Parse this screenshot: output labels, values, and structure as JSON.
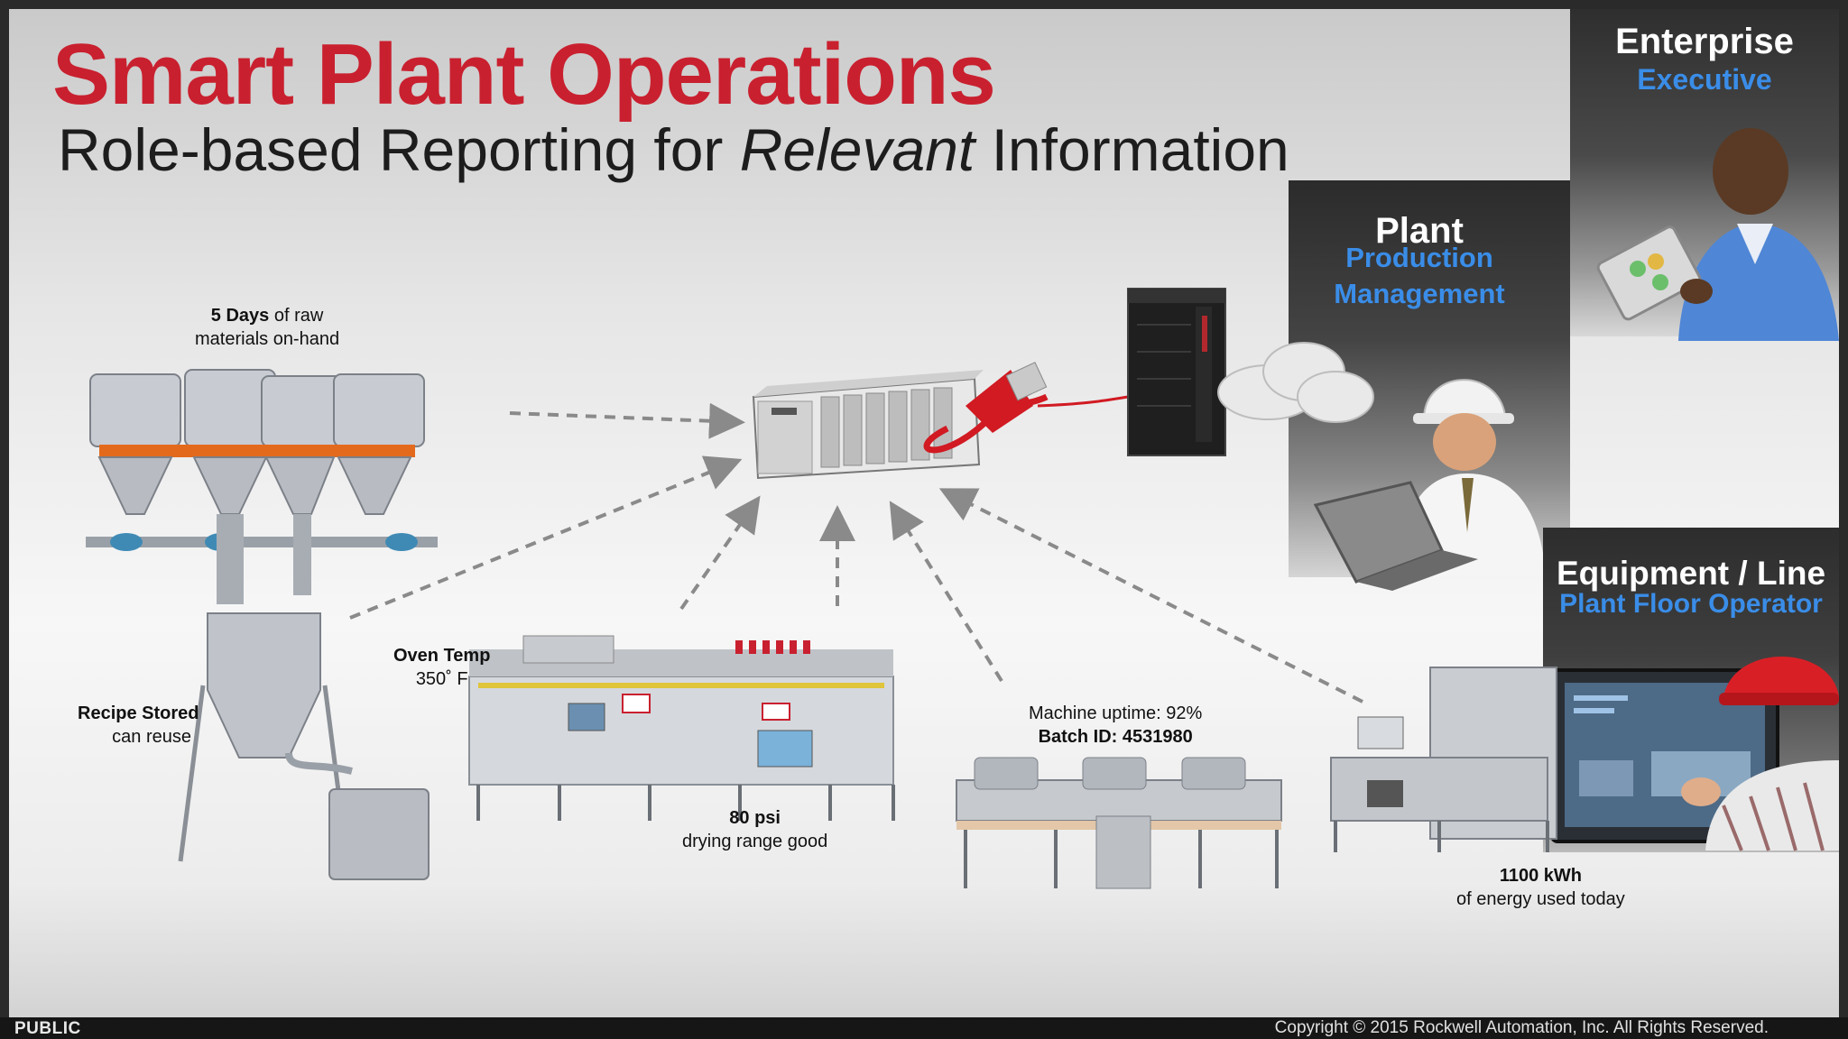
{
  "title": "Smart Plant Operations",
  "subtitle": {
    "before": "Role-based Reporting for ",
    "emphasis": "Relevant",
    "after": " Information"
  },
  "roles": {
    "enterprise": {
      "title": "Enterprise",
      "role": "Executive"
    },
    "plant": {
      "title": "Plant",
      "role_line1": "Production",
      "role_line2": "Management"
    },
    "equipment": {
      "title": "Equipment / Line",
      "role": "Plant Floor Operator"
    }
  },
  "labels": {
    "raw_materials": {
      "bold": "5 Days",
      "rest": " of raw",
      "line2": "materials on-hand"
    },
    "recipe": {
      "bold": "Recipe Stored",
      "line2": "can reuse"
    },
    "oven": {
      "bold": "Oven Temp",
      "line2": "350˚ F"
    },
    "pressure": {
      "bold": "80 psi",
      "line2": "drying range good"
    },
    "machine": {
      "line1": "Machine uptime: 92%",
      "bold": "Batch ID: 4531980"
    },
    "energy": {
      "bold": "1100 kWh",
      "line2": "of energy used today"
    }
  },
  "footer": {
    "classification": "PUBLIC",
    "copyright": "Copyright  © 2015 Rockwell Automation, Inc. All Rights Reserved."
  },
  "colors": {
    "title_red": "#c9202f",
    "role_blue": "#3a8de8",
    "panel_dark": "#2e2e2e",
    "arrow_gray": "#8a8a8a",
    "cable_red": "#d11a22"
  },
  "icons": [
    "controller-rack-icon",
    "network-cable-icon",
    "server-icon",
    "cloud-icon",
    "tablet-icon",
    "laptop-icon",
    "hardhat-icon",
    "hmi-screen-icon"
  ]
}
